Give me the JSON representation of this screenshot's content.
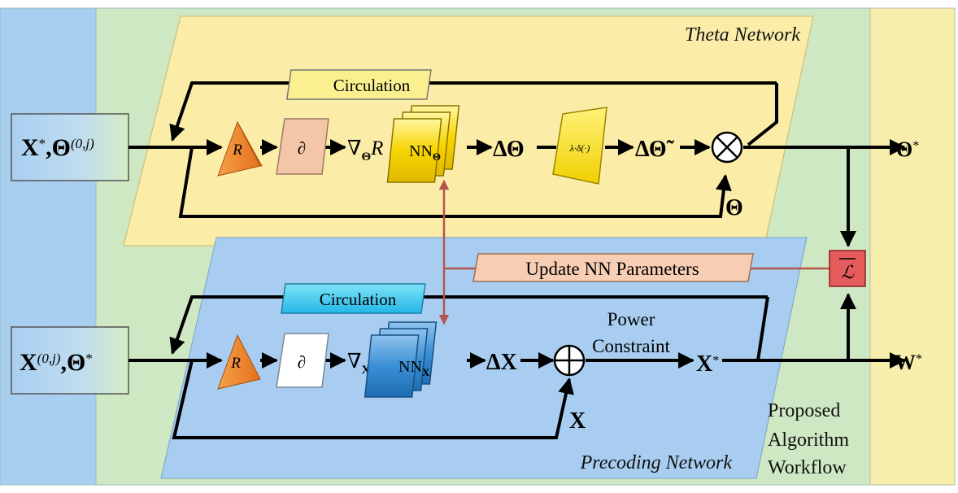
{
  "panels": {
    "theta_network": "Theta Network",
    "precoding_network": "Precoding Network",
    "workflow": [
      "Proposed",
      "Algorithm",
      "Workflow"
    ]
  },
  "inputs": {
    "theta_input": {
      "base": "X",
      "sup1": "*",
      "sep": ",",
      "base2": "Θ",
      "sup2": "(0,j)"
    },
    "precoding_input": {
      "base": "X",
      "sup1": "(0,j)",
      "sep": ",",
      "base2": "Θ",
      "sup2": "*"
    }
  },
  "theta_path": {
    "circulation": "Circulation",
    "r_label": "R",
    "partial": "∂",
    "gradient": {
      "nabla": "∇",
      "sub": "Θ",
      "r": "R"
    },
    "nn": {
      "base": "NN",
      "sub": "Θ"
    },
    "delta": "ΔΘ",
    "scale_block": "λ·δ(·)",
    "delta_tilde": "ΔΘ̃",
    "feedback": "Θ",
    "output": {
      "base": "Θ",
      "sup": "*"
    }
  },
  "precoding_path": {
    "circulation": "Circulation",
    "r_label": "R",
    "partial": "∂",
    "gradient": {
      "nabla": "∇",
      "sub": "X",
      "r": "R"
    },
    "nn": {
      "base": "NN",
      "sub": "X"
    },
    "delta": "ΔX",
    "feedback": "X",
    "power_constraint": [
      "Power",
      "Constraint"
    ],
    "x_star": {
      "base": "X",
      "sup": "*"
    },
    "output": {
      "base": "W",
      "sup": "*"
    }
  },
  "update": {
    "label": "Update NN Parameters",
    "loss": "ℒ"
  },
  "colors": {
    "left_band": "#a9cff0",
    "middle_band": "#cfe8c4",
    "right_band": "#f8eeab",
    "theta_panel": "#fbeda8",
    "precoding_panel": "#a8cdf0",
    "update_box": "#f7cdb4",
    "loss_box": "#e55b5b",
    "orange_r": "#f0872e",
    "nn_theta": "#f7d500",
    "nn_x": "#3a8fd4",
    "link_red": "#b5544d"
  }
}
